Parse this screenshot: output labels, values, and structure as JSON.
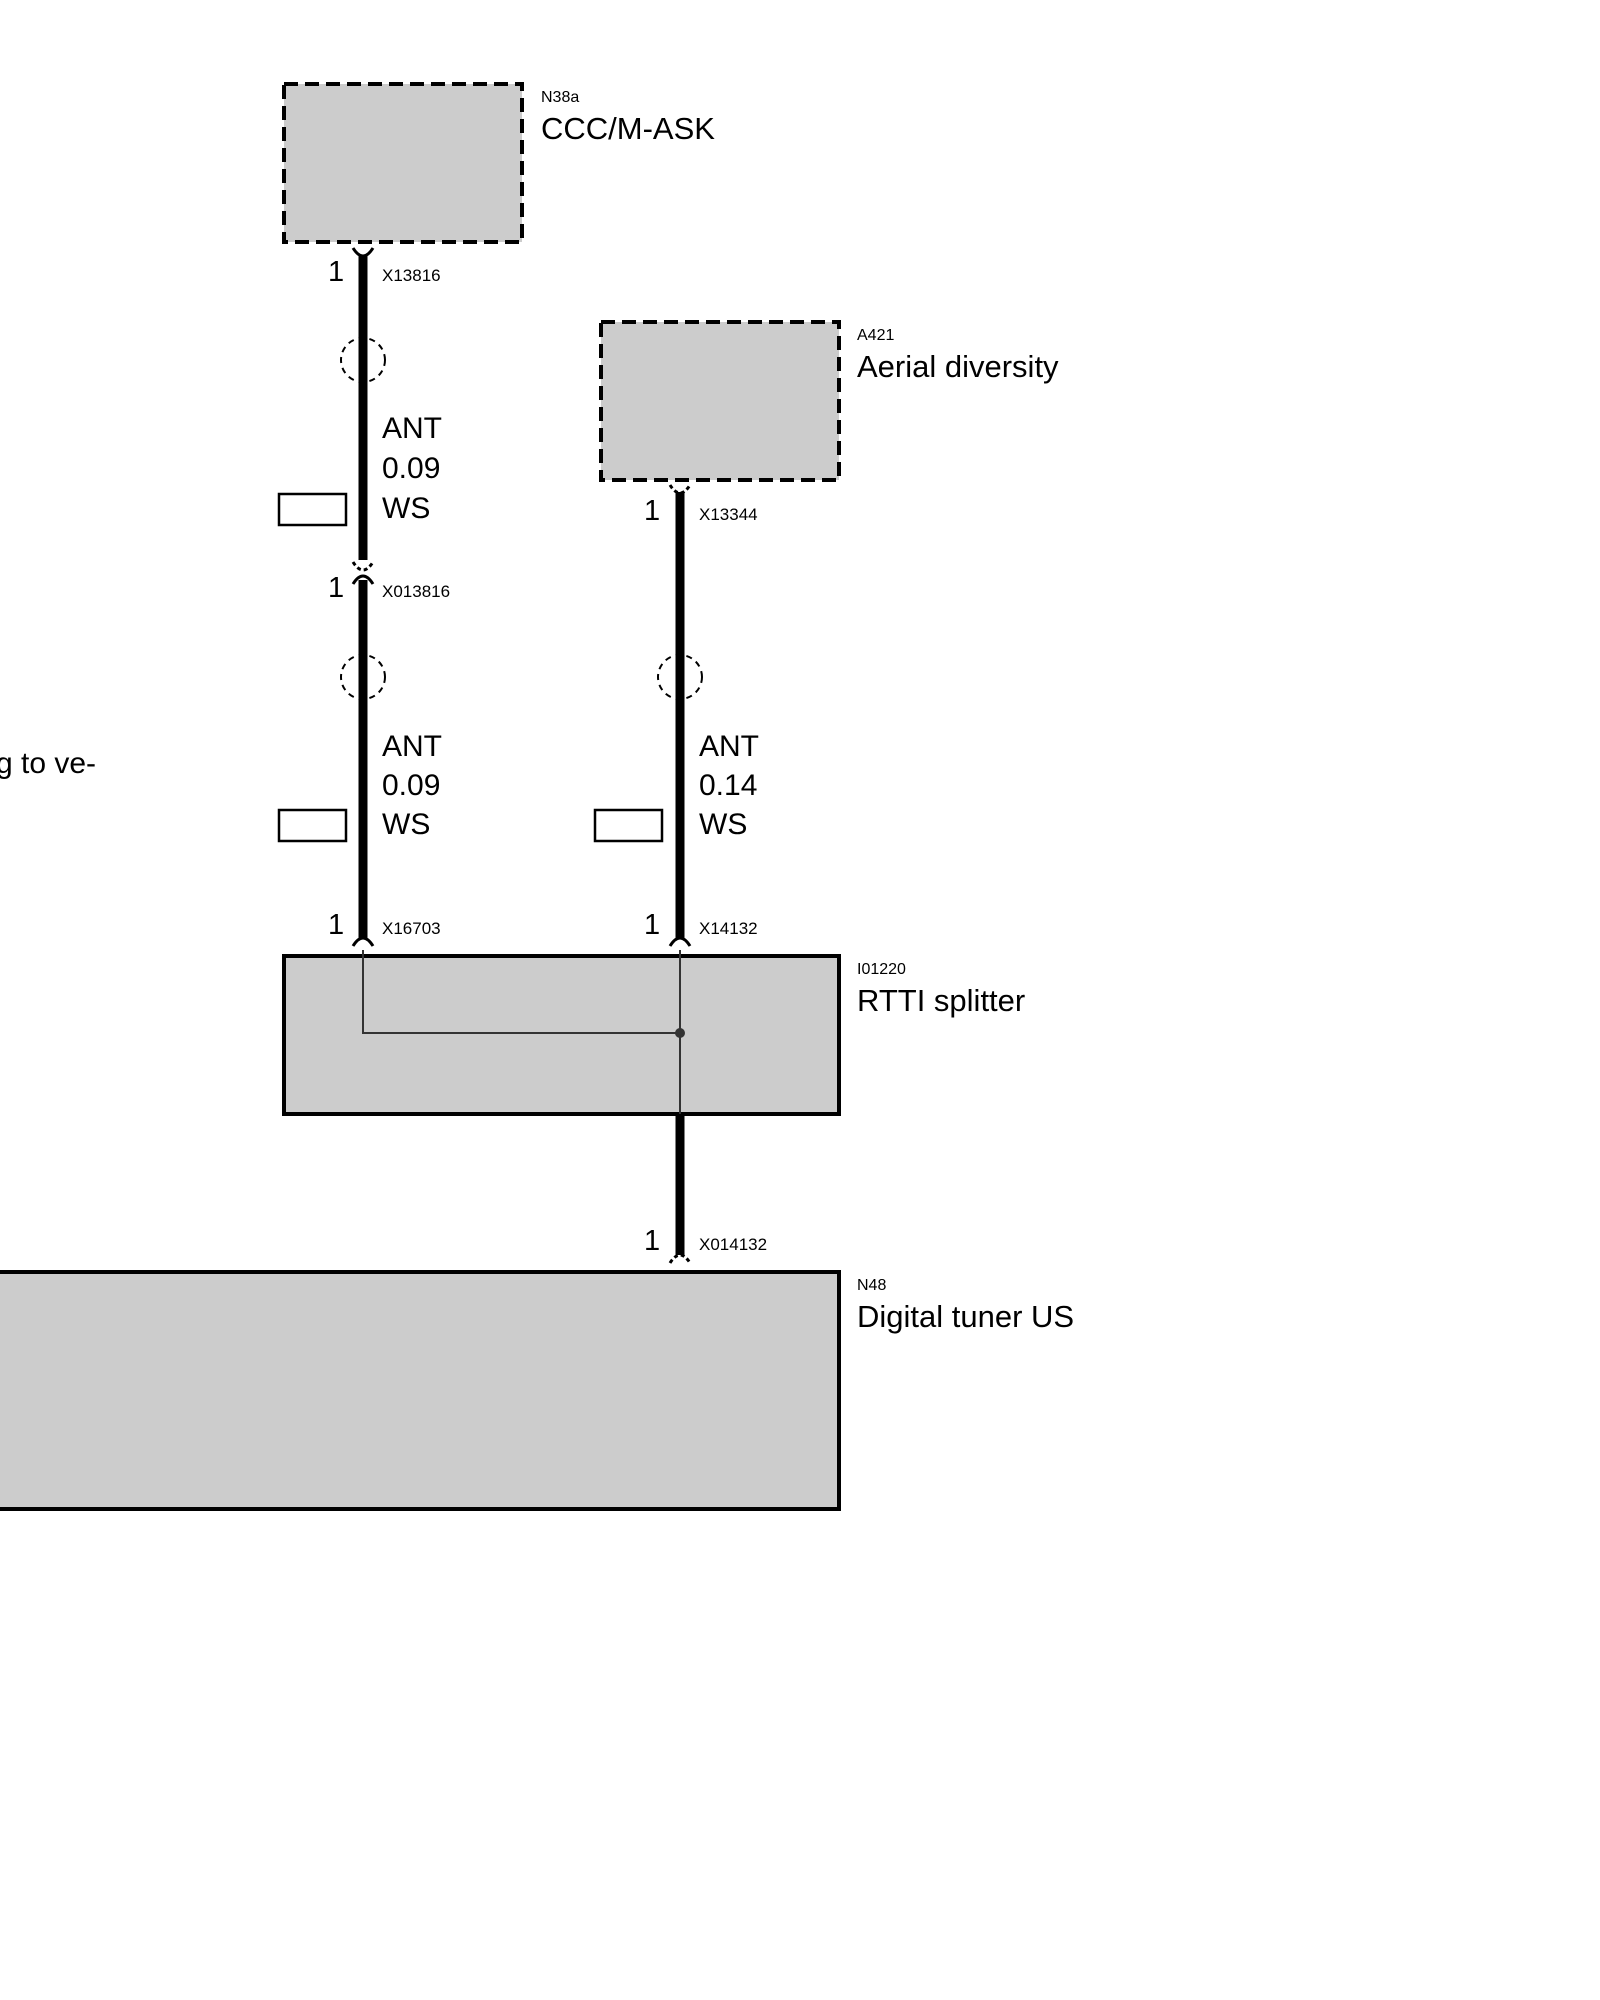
{
  "components": {
    "ccc": {
      "id": "N38a",
      "name": "CCC/M-ASK"
    },
    "aerial": {
      "id": "A421",
      "name": "Aerial diversity"
    },
    "splitter": {
      "id": "I01220",
      "name": "RTTI splitter"
    },
    "tuner": {
      "id": "N48",
      "name": "Digital tuner US"
    }
  },
  "connectors": {
    "x13816": {
      "label": "X13816",
      "pin": "1"
    },
    "x013816": {
      "label": "X013816",
      "pin": "1"
    },
    "x16703": {
      "label": "X16703",
      "pin": "1"
    },
    "x13344": {
      "label": "X13344",
      "pin": "1"
    },
    "x14132": {
      "label": "X14132",
      "pin": "1"
    },
    "x014132": {
      "label": "X014132",
      "pin": "1"
    }
  },
  "wires": {
    "w1": {
      "signal": "ANT",
      "size": "0.09",
      "color": "WS"
    },
    "w2": {
      "signal": "ANT",
      "size": "0.09",
      "color": "WS"
    },
    "w3": {
      "signal": "ANT",
      "size": "0.14",
      "color": "WS"
    }
  },
  "notes": {
    "cut_text": "g to ve-"
  },
  "colors": {
    "component_fill": "#cccccc",
    "line": "#000000",
    "background": "#ffffff"
  }
}
